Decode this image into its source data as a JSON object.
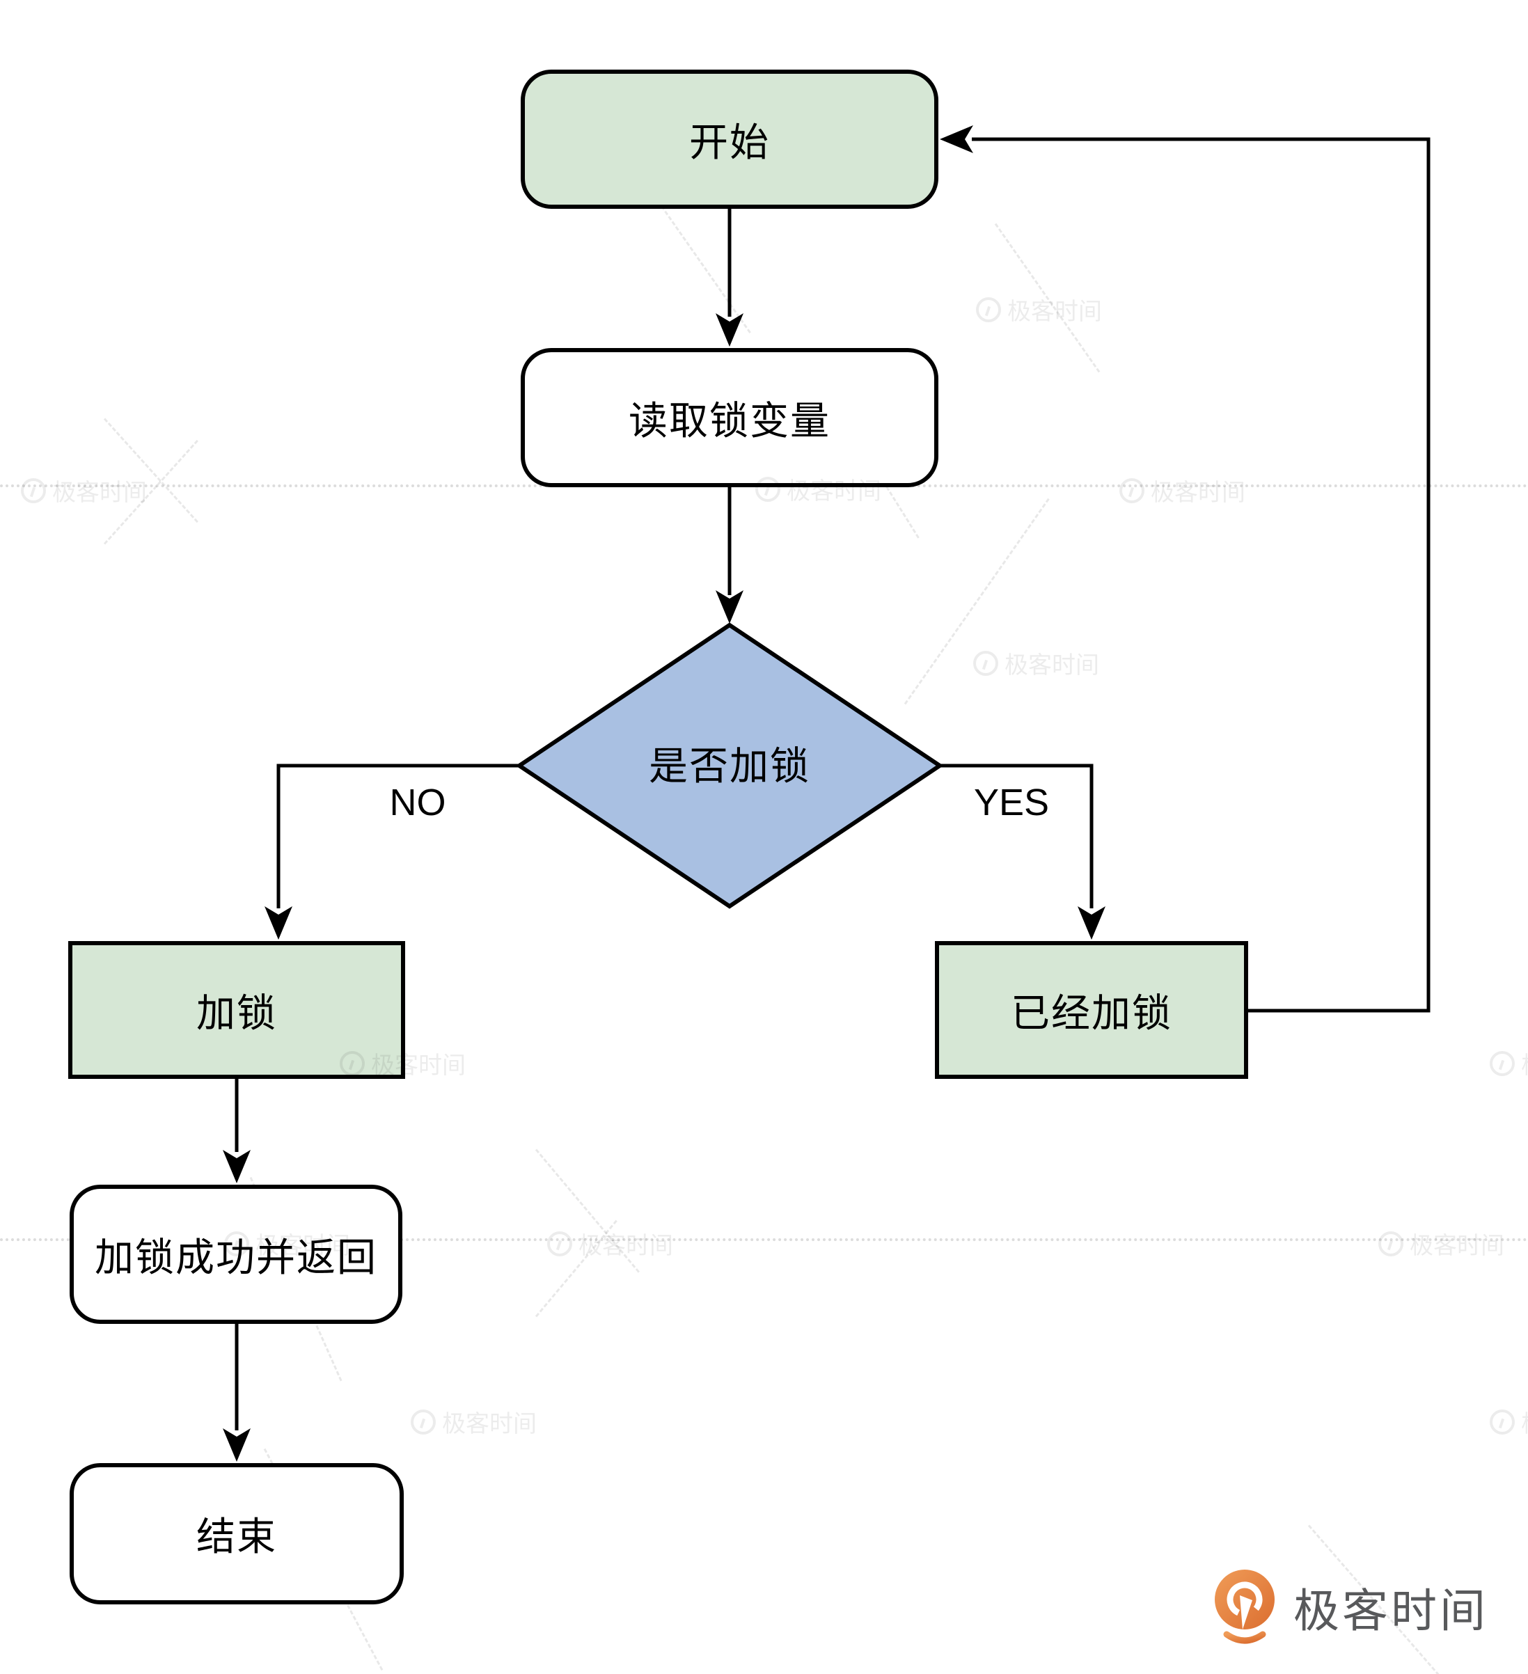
{
  "diagram": {
    "type": "flowchart",
    "nodes": {
      "start": {
        "label": "开始",
        "shape": "rounded-rect",
        "fill": "terminal_fill"
      },
      "read": {
        "label": "读取锁变量",
        "shape": "rounded-rect",
        "fill": "process_fill"
      },
      "decision": {
        "label": "是否加锁",
        "shape": "diamond",
        "fill": "decision_fill"
      },
      "lock": {
        "label": "加锁",
        "shape": "rect",
        "fill": "terminal_fill"
      },
      "already_locked": {
        "label": "已经加锁",
        "shape": "rect",
        "fill": "terminal_fill"
      },
      "lock_success": {
        "label": "加锁成功并返回",
        "shape": "rounded-rect",
        "fill": "process_fill"
      },
      "end": {
        "label": "结束",
        "shape": "rounded-rect",
        "fill": "process_fill"
      }
    },
    "edges": [
      {
        "from": "start",
        "to": "read",
        "label": ""
      },
      {
        "from": "read",
        "to": "decision",
        "label": ""
      },
      {
        "from": "decision",
        "to": "lock",
        "label": "NO"
      },
      {
        "from": "decision",
        "to": "already_locked",
        "label": "YES"
      },
      {
        "from": "lock",
        "to": "lock_success",
        "label": ""
      },
      {
        "from": "lock_success",
        "to": "end",
        "label": ""
      },
      {
        "from": "already_locked",
        "to": "start",
        "label": ""
      }
    ],
    "colors": {
      "terminal_fill": "#d6e7d5",
      "process_fill": "#ffffff",
      "decision_fill": "#a9c0e2",
      "stroke": "#000000",
      "watermark": "#ebebeb",
      "logo_orange": "#e2763b",
      "logo_text_color": "#58595b"
    }
  },
  "watermark": {
    "text": "极客时间"
  },
  "logo": {
    "text": "极客时间"
  }
}
